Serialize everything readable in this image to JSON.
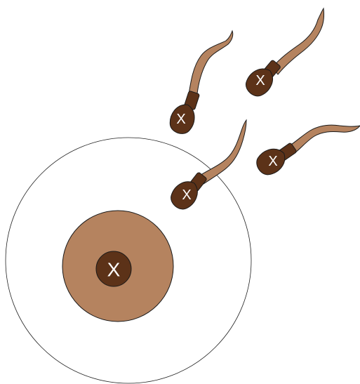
{
  "colors": {
    "background": "#ffffff",
    "egg_outer_fill": "#ffffff",
    "egg_outer_stroke": "#222222",
    "cytoplasm_fill": "#b5835f",
    "nucleus_fill": "#5c3218",
    "sperm_head_fill": "#5c3218",
    "sperm_midpiece_fill": "#5c3218",
    "sperm_tail_fill": "#b5835f",
    "outline": "#1a1a1a",
    "label_text": "#ffffff"
  },
  "egg": {
    "nucleus_label": "X"
  },
  "sperm": [
    {
      "label": "X"
    },
    {
      "label": "X"
    },
    {
      "label": "X"
    },
    {
      "label": "X"
    }
  ]
}
